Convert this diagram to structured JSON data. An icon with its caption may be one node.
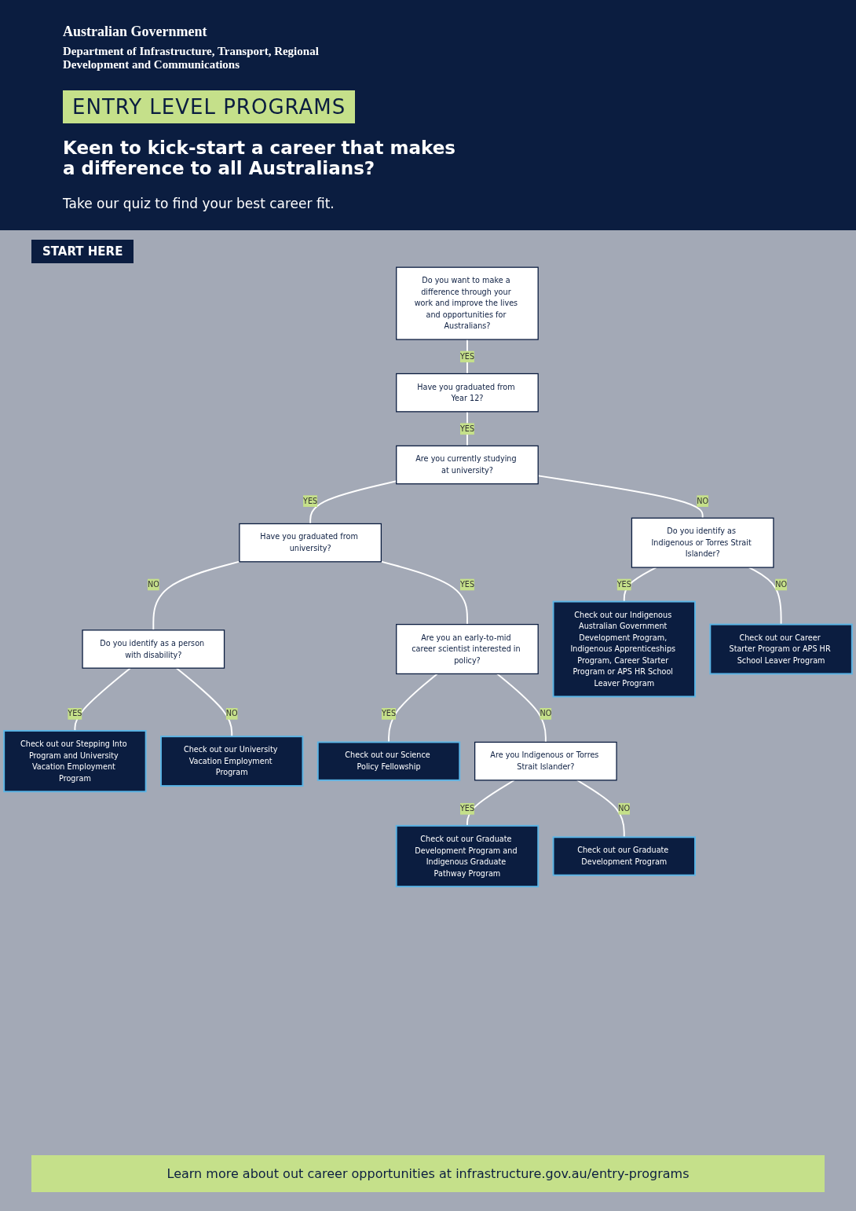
{
  "diagram": {
    "title": "ENTRY LEVEL PROGRAMS",
    "nodes": [
      {
        "text": [
          "Do you want to make a difference through your work and improve the lives and opportunities for Australians?"
        ]
      },
      {
        "text": [
          "Have you graduated from Year 12?"
        ]
      },
      {
        "text": [
          "Are you currently studying at university?"
        ]
      },
      {
        "text": [
          "Have you graduated from university?"
        ]
      },
      {
        "text": [
          "Do you identify as Indigenous or Torres Strait Islander?"
        ]
      },
      {
        "text": [
          "Do you identify as a person with disability?"
        ]
      },
      {
        "text": [
          "Are you an early-to-mid career scientist interested in policy?"
        ]
      },
      {
        "text": [
          "Check out our Indigenous Australian Government Development Program, Indigenous Apprenticeships Program, Career Starter Program or APS HR School Leaver Program"
        ]
      },
      {
        "text": [
          "Check out our Career Starter Program or APS HR School Leaver Program"
        ]
      },
      {
        "text": [
          "Check out our Stepping Into Program and University Vacation Employment Program"
        ]
      },
      {
        "text": [
          "Check out our University Vacation Employment Program"
        ]
      },
      {
        "text": [
          "Check out our Science Policy Fellowship"
        ]
      },
      {
        "text": [
          "Are you Indigenous or Torres Strait Islander?"
        ]
      },
      {
        "text": [
          "Check out our Graduate Development Program and Indigenous Graduate Pathway Program"
        ]
      },
      {
        "text": [
          "Check out our Graduate Development Program"
        ]
      }
    ],
    "edges": [
      {
        "from": 0,
        "to": 1,
        "arrow": "none",
        "label": "YES"
      },
      {
        "from": 1,
        "to": 2,
        "arrow": "none",
        "label": "YES"
      },
      {
        "from": 2,
        "to": 3,
        "arrow": "none",
        "label": "YES"
      },
      {
        "from": 2,
        "to": 4,
        "arrow": "none",
        "label": "NO"
      },
      {
        "from": 3,
        "to": 5,
        "arrow": "none",
        "label": "NO"
      },
      {
        "from": 3,
        "to": 6,
        "arrow": "none",
        "label": "YES"
      },
      {
        "from": 4,
        "to": 7,
        "arrow": "none",
        "label": "YES"
      },
      {
        "from": 4,
        "to": 8,
        "arrow": "none",
        "label": "NO"
      },
      {
        "from": 5,
        "to": 9,
        "arrow": "none",
        "label": "YES"
      },
      {
        "from": 5,
        "to": 10,
        "arrow": "none",
        "label": "NO"
      },
      {
        "from": 6,
        "to": 11,
        "arrow": "none",
        "label": "YES"
      },
      {
        "from": 6,
        "to": 12,
        "arrow": "none",
        "label": "NO"
      },
      {
        "from": 12,
        "to": 13,
        "arrow": "none",
        "label": "YES"
      },
      {
        "from": 12,
        "to": 14,
        "arrow": "none",
        "label": "NO"
      }
    ],
    "labels": [
      "Australian Government",
      "Department of Infrastructure, Transport, Regional Development and Communications",
      "Keen to kick-start a career that makes a difference to all Australians?",
      "Take our quiz to find your best career fit.",
      "START HERE",
      "Learn more about out career opportunities at infrastructure.gov.au/entry-programs"
    ]
  }
}
